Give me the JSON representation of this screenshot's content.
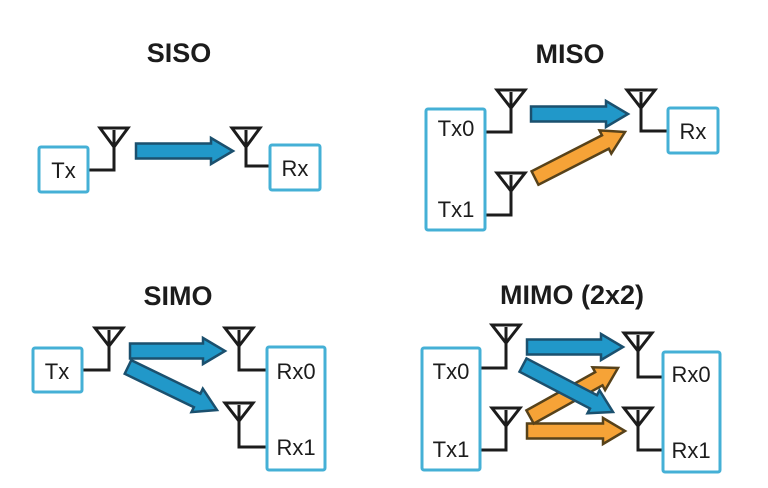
{
  "colors": {
    "background": "#ffffff",
    "text": "#1c1c1c",
    "wire": "#1c1c1c",
    "box_border": "#45b0d6",
    "arrow_blue_fill": "#2198c9",
    "arrow_blue_stroke": "#1b506e",
    "arrow_orange_fill": "#f6a337",
    "arrow_orange_stroke": "#57421a"
  },
  "panels": [
    {
      "title": "SISO",
      "tx_box_labels": [
        "Tx"
      ],
      "rx_box_labels": [
        "Rx"
      ],
      "tx_antennas": 1,
      "rx_antennas": 1,
      "links": [
        {
          "from": "Tx",
          "to": "Rx",
          "arrow_color": "blue"
        }
      ]
    },
    {
      "title": "MISO",
      "tx_box_labels": [
        "Tx0",
        "Tx1"
      ],
      "rx_box_labels": [
        "Rx"
      ],
      "tx_antennas": 2,
      "rx_antennas": 1,
      "links": [
        {
          "from": "Tx0",
          "to": "Rx",
          "arrow_color": "blue"
        },
        {
          "from": "Tx1",
          "to": "Rx",
          "arrow_color": "orange"
        }
      ]
    },
    {
      "title": "SIMO",
      "tx_box_labels": [
        "Tx"
      ],
      "rx_box_labels": [
        "Rx0",
        "Rx1"
      ],
      "tx_antennas": 1,
      "rx_antennas": 2,
      "links": [
        {
          "from": "Tx",
          "to": "Rx0",
          "arrow_color": "blue"
        },
        {
          "from": "Tx",
          "to": "Rx1",
          "arrow_color": "blue"
        }
      ]
    },
    {
      "title": "MIMO (2x2)",
      "tx_box_labels": [
        "Tx0",
        "Tx1"
      ],
      "rx_box_labels": [
        "Rx0",
        "Rx1"
      ],
      "tx_antennas": 2,
      "rx_antennas": 2,
      "links": [
        {
          "from": "Tx0",
          "to": "Rx0",
          "arrow_color": "blue"
        },
        {
          "from": "Tx0",
          "to": "Rx1",
          "arrow_color": "blue"
        },
        {
          "from": "Tx1",
          "to": "Rx0",
          "arrow_color": "orange"
        },
        {
          "from": "Tx1",
          "to": "Rx1",
          "arrow_color": "orange"
        }
      ]
    }
  ]
}
